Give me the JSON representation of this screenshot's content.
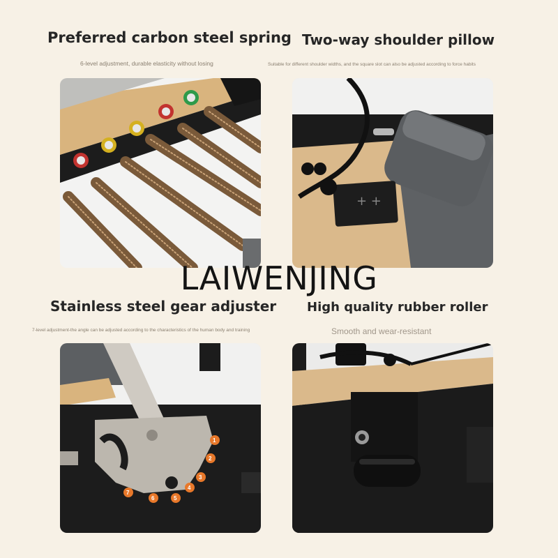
{
  "watermark": "LAIWENJING",
  "features": {
    "spring": {
      "title": "Preferred carbon steel spring",
      "description": "6-level adjustment, durable elasticity without losing"
    },
    "pillow": {
      "title": "Two-way shoulder pillow",
      "description": "Suitable for different shoulder widths, and the square slot can also be adjusted according to force habits"
    },
    "gear": {
      "title": "Stainless steel gear adjuster",
      "description": "7-level adjustment-the angle can be adjusted according to the characteristics of the human body and training",
      "levels": [
        "1",
        "2",
        "3",
        "4",
        "5",
        "6",
        "7"
      ]
    },
    "roller": {
      "title": "High quality rubber roller",
      "description": "Smooth and wear-resistant"
    }
  },
  "colors": {
    "background": "#f7f1e6",
    "wood": "#d9b47e",
    "frame": "#1c1c1c",
    "cushion": "#5a5d60",
    "gear_badge": "#e8782a",
    "spring_caps": [
      "#c2332f",
      "#d4b020",
      "#c2332f",
      "#d4b020",
      "#c2332f",
      "#2e9a4a"
    ]
  }
}
